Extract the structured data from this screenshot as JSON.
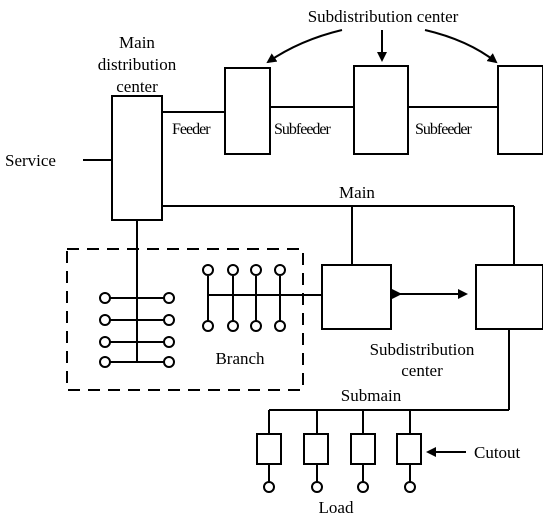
{
  "labels": {
    "subdistribution_top": "Subdistribution center",
    "main_distribution_1": "Main",
    "main_distribution_2": "distribution",
    "main_distribution_3": "center",
    "feeder": "Feeder",
    "subfeeder_1": "Subfeeder",
    "subfeeder_2": "Subfeeder",
    "service": "Service",
    "main": "Main",
    "branch": "Branch",
    "subdistribution_mid_1": "Subdistribution",
    "subdistribution_mid_2": "center",
    "submain": "Submain",
    "cutout": "Cutout",
    "load": "Load"
  }
}
